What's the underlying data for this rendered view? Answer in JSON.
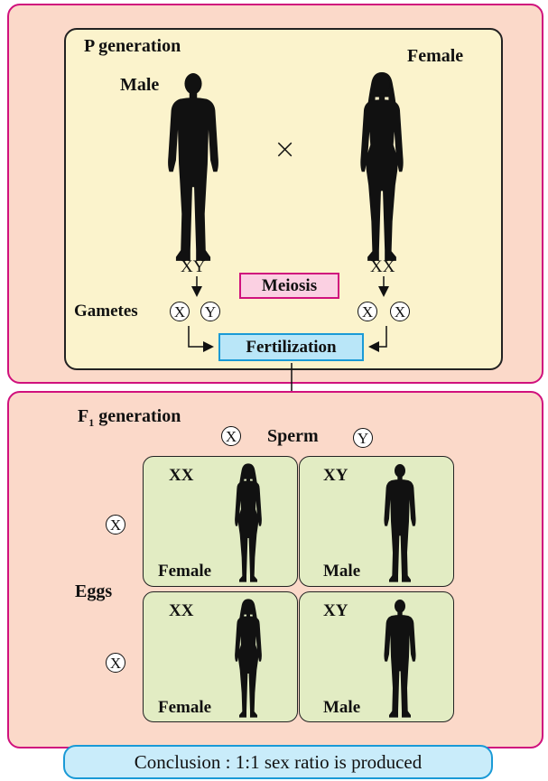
{
  "p_generation": {
    "title": "P generation",
    "male_label": "Male",
    "female_label": "Female",
    "cross_symbol": "×",
    "male_genotype": "XY",
    "female_genotype": "XX",
    "meiosis_label": "Meiosis",
    "gametes_label": "Gametes",
    "male_gametes": [
      "X",
      "Y"
    ],
    "female_gametes": [
      "X",
      "X"
    ],
    "fertilization_label": "Fertilization"
  },
  "f1_generation": {
    "title_main": "F",
    "title_sub": "1",
    "title_rest": " generation",
    "sperm_label": "Sperm",
    "sperm_x": "X",
    "sperm_y": "Y",
    "eggs_label": "Eggs",
    "egg_1": "X",
    "egg_2": "X",
    "cells": [
      {
        "genotype": "XX",
        "sex": "Female"
      },
      {
        "genotype": "XY",
        "sex": "Male"
      },
      {
        "genotype": "XX",
        "sex": "Female"
      },
      {
        "genotype": "XY",
        "sex": "Male"
      }
    ]
  },
  "conclusion": "Conclusion : 1:1 sex ratio is produced",
  "colors": {
    "panel_bg": "#fbd9c9",
    "panel_border": "#d0117d",
    "inner_bg": "#fbf3cc",
    "meiosis_bg": "#fbd0e2",
    "fertilization_bg": "#b9e6f8",
    "cell_bg": "#e2ecc3",
    "silhouette": "#111111"
  }
}
